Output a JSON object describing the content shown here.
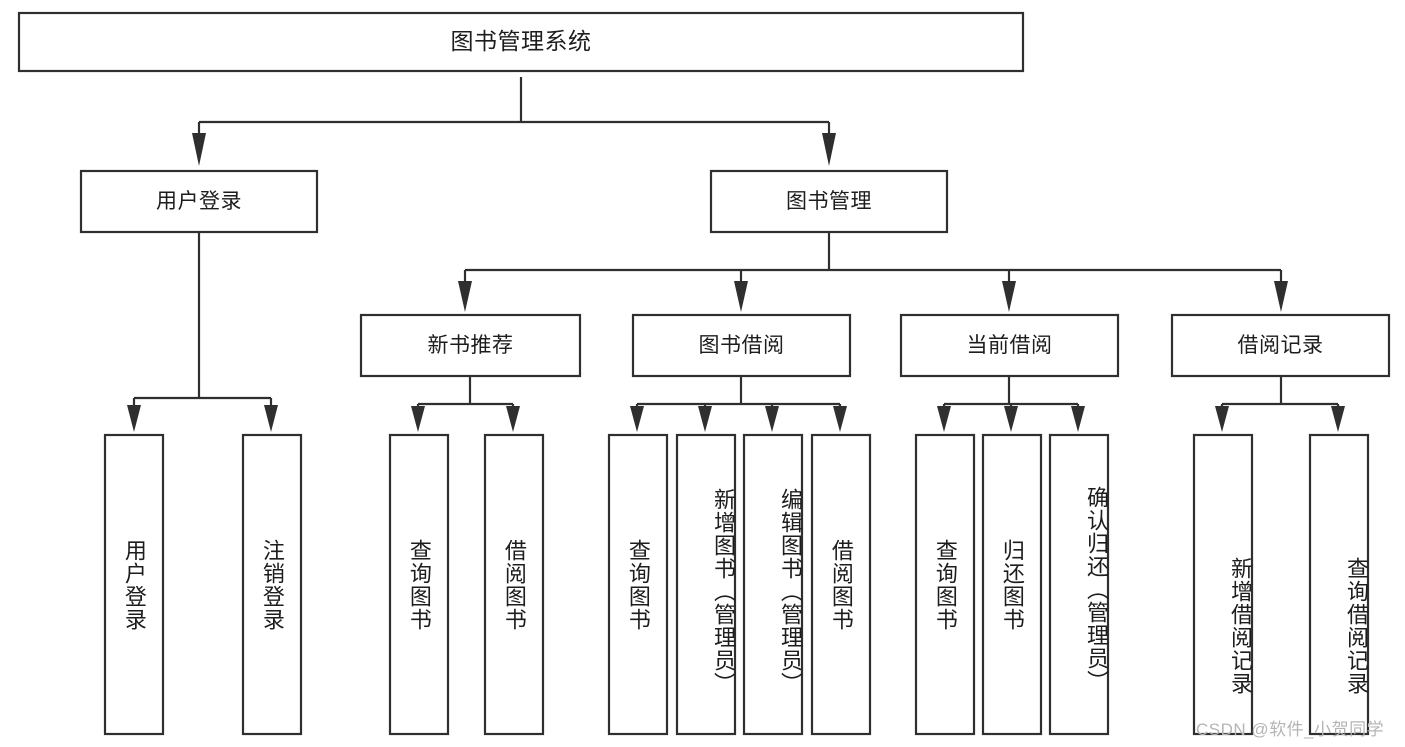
{
  "diagram": {
    "type": "tree",
    "title_node": "图书管理系统",
    "orientation": "top-down",
    "box_fill": "#ffffff",
    "box_stroke": "#2f2f2f",
    "text_color": "#1d1d1d"
  },
  "nodes": {
    "root": {
      "label": "图书管理系统"
    },
    "level2": [
      {
        "id": "user-login",
        "label": "用户登录"
      },
      {
        "id": "book-manage",
        "label": "图书管理"
      }
    ],
    "level3": [
      {
        "id": "new-book-recommend",
        "label": "新书推荐"
      },
      {
        "id": "book-borrow",
        "label": "图书借阅"
      },
      {
        "id": "current-borrow",
        "label": "当前借阅"
      },
      {
        "id": "borrow-record",
        "label": "借阅记录"
      }
    ],
    "leaves": {
      "user-login": [
        {
          "id": "leaf-user-login",
          "label": "用户登录"
        },
        {
          "id": "leaf-logout",
          "label": "注销登录"
        }
      ],
      "new-book-recommend": [
        {
          "id": "leaf-query-book-1",
          "label": "查询图书"
        },
        {
          "id": "leaf-borrow-book-1",
          "label": "借阅图书"
        }
      ],
      "book-borrow": [
        {
          "id": "leaf-query-book-2",
          "label": "查询图书"
        },
        {
          "id": "leaf-add-book",
          "label": "新增图书（管理员）"
        },
        {
          "id": "leaf-edit-book",
          "label": "编辑图书（管理员）"
        },
        {
          "id": "leaf-borrow-book-2",
          "label": "借阅图书"
        }
      ],
      "current-borrow": [
        {
          "id": "leaf-query-book-3",
          "label": "查询图书"
        },
        {
          "id": "leaf-return-book",
          "label": "归还图书"
        },
        {
          "id": "leaf-confirm-return",
          "label": "确认归还（管理员）"
        }
      ],
      "borrow-record": [
        {
          "id": "leaf-add-record",
          "label": "新增借阅记录"
        },
        {
          "id": "leaf-query-record",
          "label": "查询借阅记录"
        }
      ]
    }
  },
  "watermark": {
    "text": "CSDN @软件_小贺同学"
  }
}
